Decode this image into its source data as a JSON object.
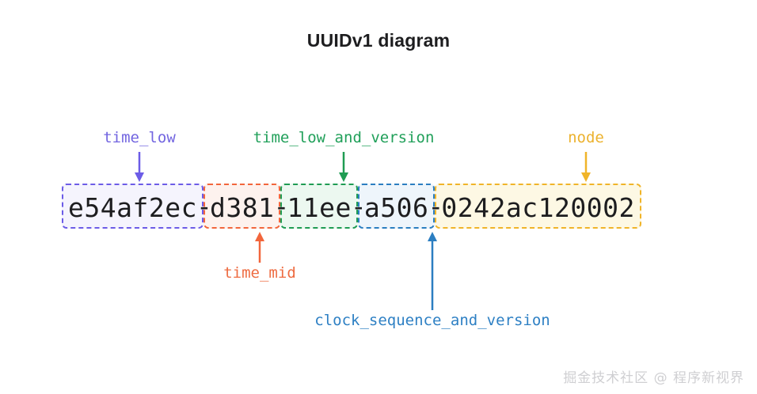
{
  "title": "UUIDv1 diagram",
  "uuid": {
    "full": "e54af2ec-d381-11ee-a506-0242ac120002",
    "separator": "-",
    "segments": [
      {
        "id": "time_low",
        "value": "e54af2ec",
        "color": "#6c5ce7",
        "fill": "#f5f4fd"
      },
      {
        "id": "time_mid",
        "value": "d381",
        "color": "#f2663c",
        "fill": "#fdf2ee"
      },
      {
        "id": "time_low_and_version",
        "value": "11ee",
        "color": "#1f9c53",
        "fill": "#ecf8f0"
      },
      {
        "id": "clock_sequence_and_version",
        "value": "a506",
        "color": "#2b7ec1",
        "fill": "#eef5fb"
      },
      {
        "id": "node",
        "value": "0242ac120002",
        "color": "#f0b429",
        "fill": "#fdf8e4"
      }
    ]
  },
  "labels": {
    "time_low": "time_low",
    "time_low_and_version": "time_low_and_version",
    "node": "node",
    "time_mid": "time_mid",
    "clock_sequence_and_version": "clock_sequence_and_version"
  },
  "watermark": "掘金技术社区 @ 程序新视界"
}
